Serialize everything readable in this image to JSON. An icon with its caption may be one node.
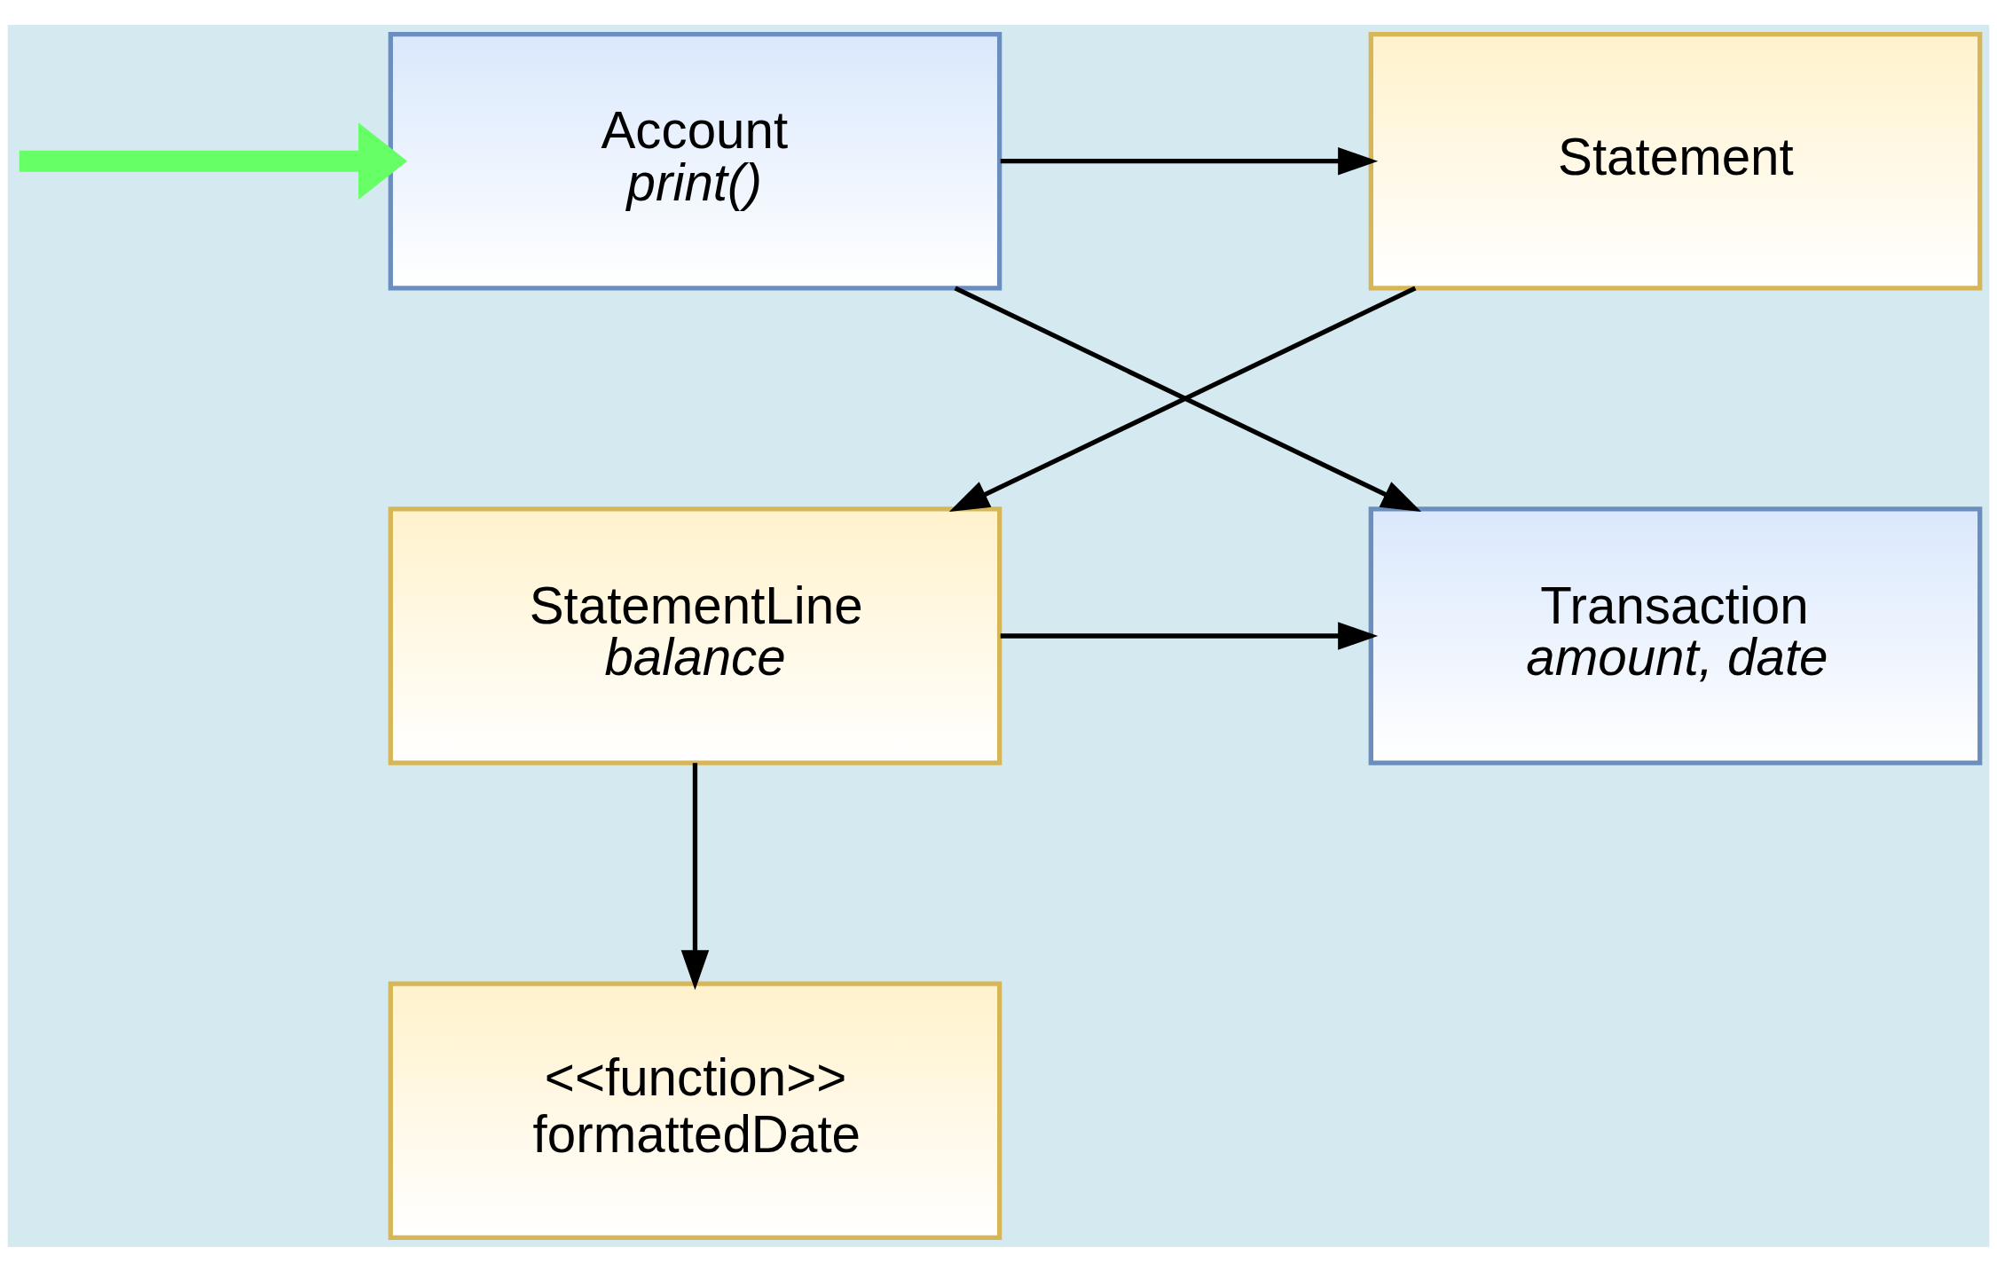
{
  "diagram": {
    "nodes": [
      {
        "text": [
          "Statement"
        ]
      },
      {
        "text": [
          "Account",
          "print()"
        ]
      },
      {
        "text": [
          "StatementLine",
          "balance"
        ]
      },
      {
        "text": [
          "Transaction",
          "amount, date"
        ]
      },
      {
        "text": [
          "<<function>>",
          "formattedDate"
        ]
      }
    ],
    "edges": [
      {
        "from": 1,
        "to": 0,
        "arrow": "to"
      },
      {
        "from": 0,
        "to": 2,
        "arrow": "to"
      },
      {
        "from": 1,
        "to": 3,
        "arrow": "to"
      },
      {
        "from": 2,
        "to": 3,
        "arrow": "to"
      },
      {
        "from": 2,
        "to": 4,
        "arrow": "to"
      },
      {
        "from": null,
        "to": 1,
        "arrow": "to",
        "style": "thick",
        "color": "#66ff66"
      }
    ]
  }
}
